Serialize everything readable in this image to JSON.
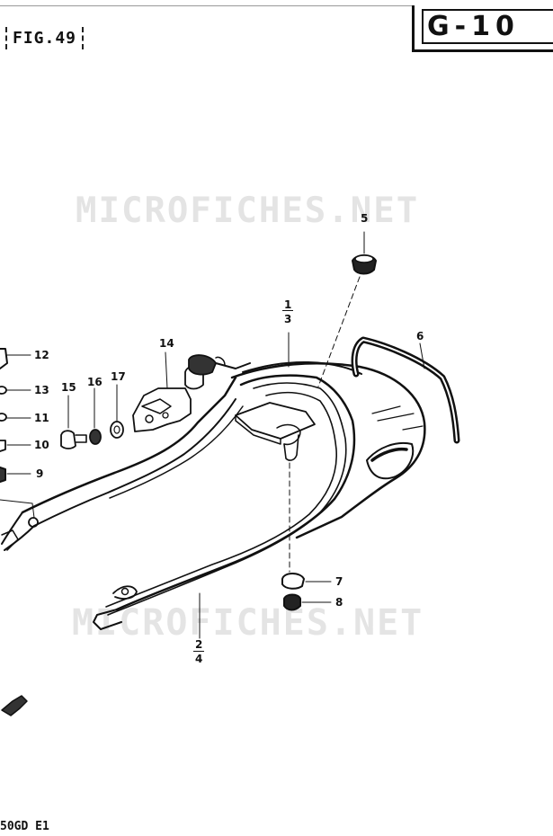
{
  "header": {
    "figure_label": "FIG.49",
    "page_code": "G-10"
  },
  "watermarks": [
    "MICROFICHES.NET",
    "MICROFICHES.NET"
  ],
  "footer": {
    "model_code": "50GD E1"
  },
  "callouts": [
    {
      "id": "c1",
      "text": "1"
    },
    {
      "id": "c3",
      "text": "3"
    },
    {
      "id": "c2",
      "text": "2"
    },
    {
      "id": "c4",
      "text": "4"
    },
    {
      "id": "c5",
      "text": "5"
    },
    {
      "id": "c6",
      "text": "6"
    },
    {
      "id": "c7",
      "text": "7"
    },
    {
      "id": "c8",
      "text": "8"
    },
    {
      "id": "c9",
      "text": "9"
    },
    {
      "id": "c10",
      "text": "10"
    },
    {
      "id": "c11",
      "text": "11"
    },
    {
      "id": "c12",
      "text": "12"
    },
    {
      "id": "c13",
      "text": "13"
    },
    {
      "id": "c14",
      "text": "14"
    },
    {
      "id": "c15",
      "text": "15"
    },
    {
      "id": "c16",
      "text": "16"
    },
    {
      "id": "c17",
      "text": "17"
    }
  ]
}
